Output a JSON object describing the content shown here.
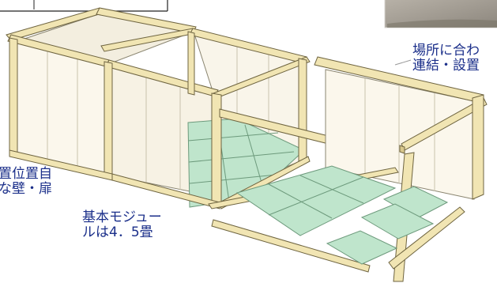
{
  "labels": {
    "right": {
      "line1": "場所に合わ",
      "line2": "連結・設置"
    },
    "left": {
      "line1": "置位置自",
      "line2": "な壁・扉"
    },
    "center": {
      "line1": "基本モジュー",
      "line2": "ルは4．5畳"
    }
  },
  "colors": {
    "timber": "#f1e5b3",
    "timber_dark": "#d9c88c",
    "timber_edge": "#6e6440",
    "wall": "#fbf7ec",
    "tatami": "#bfe5cc",
    "tatami_dark": "#a9d6b7",
    "label_text": "#1b2f8a"
  }
}
